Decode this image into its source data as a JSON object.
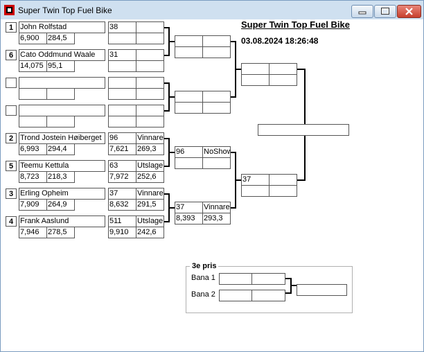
{
  "window": {
    "title": "Super Twin Top Fuel Bike"
  },
  "header": {
    "title": "Super Twin Top Fuel Bike",
    "datetime": "03.08.2024 18:26:48"
  },
  "round1": [
    {
      "seed": "1",
      "name": "John Rolfstad",
      "et": "6,900",
      "speed": "284,5"
    },
    {
      "seed": "6",
      "name": "Cato Oddmund Waale",
      "et": "14,075",
      "speed": "95,1"
    },
    {
      "seed": "",
      "name": "",
      "et": "",
      "speed": ""
    },
    {
      "seed": "",
      "name": "",
      "et": "",
      "speed": ""
    },
    {
      "seed": "2",
      "name": "Trond Jostein Høiberget",
      "et": "6,993",
      "speed": "294,4"
    },
    {
      "seed": "5",
      "name": "Teemu Kettula",
      "et": "8,723",
      "speed": "218,3"
    },
    {
      "seed": "3",
      "name": "Erling Opheim",
      "et": "7,909",
      "speed": "264,9"
    },
    {
      "seed": "4",
      "name": "Frank Aaslund",
      "et": "7,946",
      "speed": "278,5"
    }
  ],
  "round2": [
    {
      "a": "38",
      "b": "",
      "c": "",
      "d": ""
    },
    {
      "a": "31",
      "b": "",
      "c": "",
      "d": ""
    },
    {
      "a": "",
      "b": "",
      "c": "",
      "d": ""
    },
    {
      "a": "",
      "b": "",
      "c": "",
      "d": ""
    },
    {
      "a": "96",
      "b": "Vinnare",
      "c": "7,621",
      "d": "269,3"
    },
    {
      "a": "63",
      "b": "Utslager",
      "c": "7,972",
      "d": "252,6"
    },
    {
      "a": "37",
      "b": "Vinnare",
      "c": "8,632",
      "d": "291,5"
    },
    {
      "a": "511",
      "b": "Utslager",
      "c": "9,910",
      "d": "242,6"
    }
  ],
  "round3": [
    {
      "a": "",
      "b": "",
      "c": "",
      "d": ""
    },
    {
      "a": "",
      "b": "",
      "c": "",
      "d": ""
    },
    {
      "a": "96",
      "b": "NoShow",
      "c": "",
      "d": ""
    },
    {
      "a": "37",
      "b": "Vinnare",
      "c": "8,393",
      "d": "293,3"
    }
  ],
  "round4": [
    {
      "a": "",
      "b": "",
      "c": "",
      "d": ""
    },
    {
      "a": "37",
      "b": "",
      "c": "",
      "d": ""
    }
  ],
  "final": {
    "value": ""
  },
  "third_place": {
    "legend": "3e pris",
    "lane1_label": "Bana 1",
    "lane2_label": "Bana 2",
    "lane1": {
      "a": "",
      "b": ""
    },
    "lane2": {
      "a": "",
      "b": ""
    },
    "result": ""
  }
}
